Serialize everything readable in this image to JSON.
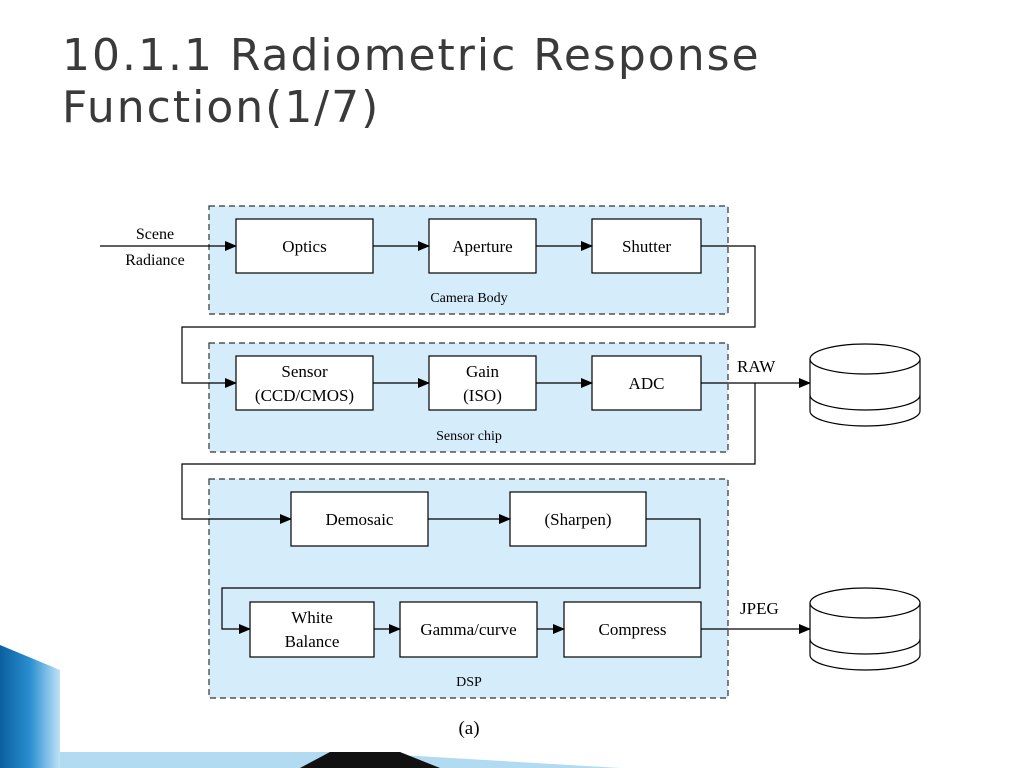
{
  "slide": {
    "title_line1": "10.1.1 Radiometric Response",
    "title_line2": "Function(1/7)"
  },
  "diagram": {
    "input_label_line1": "Scene",
    "input_label_line2": "Radiance",
    "groups": {
      "camera_body": "Camera Body",
      "sensor_chip": "Sensor chip",
      "dsp": "DSP"
    },
    "blocks": {
      "optics": "Optics",
      "aperture": "Aperture",
      "shutter": "Shutter",
      "sensor_line1": "Sensor",
      "sensor_line2": "(CCD/CMOS)",
      "gain_line1": "Gain",
      "gain_line2": "(ISO)",
      "adc": "ADC",
      "demosaic": "Demosaic",
      "sharpen": "(Sharpen)",
      "white_balance_line1": "White",
      "white_balance_line2": "Balance",
      "gamma_curve": "Gamma/curve",
      "compress": "Compress"
    },
    "outputs": {
      "raw": "RAW",
      "jpeg": "JPEG"
    },
    "caption": "(a)"
  },
  "colors": {
    "group_fill": "#d5ecfa",
    "title_text": "#3a3a3a",
    "accent_blue": "#1f7fbf"
  }
}
